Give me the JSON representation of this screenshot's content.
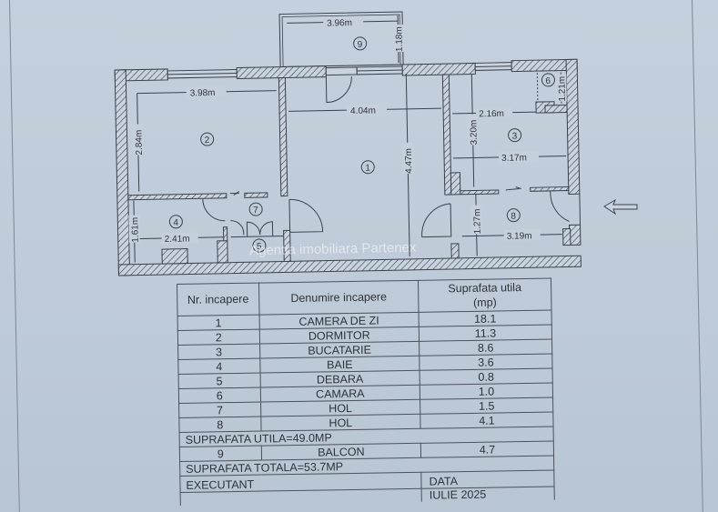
{
  "document": {
    "watermark": "Agentia imobiliara Partenex"
  },
  "floor_plan": {
    "rooms": [
      {
        "id": "1",
        "label": "1"
      },
      {
        "id": "2",
        "label": "2"
      },
      {
        "id": "3",
        "label": "3"
      },
      {
        "id": "4",
        "label": "4"
      },
      {
        "id": "5",
        "label": "5"
      },
      {
        "id": "6",
        "label": "6"
      },
      {
        "id": "7",
        "label": "7"
      },
      {
        "id": "8",
        "label": "8"
      },
      {
        "id": "9",
        "label": "9"
      }
    ],
    "dimensions": {
      "balcony_width": "3.96m",
      "balcony_depth": "1.18m",
      "bedroom_width": "3.98m",
      "bedroom_depth": "2.84m",
      "living_width": "4.04m",
      "living_depth": "4.47m",
      "kitchen_width_upper": "2.16m",
      "kitchen_depth": "3.20m",
      "kitchen_width": "3.17m",
      "pantry_depth": "1.21m",
      "bath_width": "2.41m",
      "bath_depth": "1.61m",
      "hall_depth": "1.27m",
      "hall_width": "3.19m"
    },
    "entrance_arrow": "arrow-left-icon"
  },
  "area_table": {
    "headers": {
      "nr": "Nr. incapere",
      "name": "Denumire incapere",
      "area_line1": "Suprafata utila",
      "area_line2": "(mp)"
    },
    "rows": [
      {
        "nr": "1",
        "name": "CAMERA DE ZI",
        "area": "18.1"
      },
      {
        "nr": "2",
        "name": "DORMITOR",
        "area": "11.3"
      },
      {
        "nr": "3",
        "name": "BUCATARIE",
        "area": "8.6"
      },
      {
        "nr": "4",
        "name": "BAIE",
        "area": "3.6"
      },
      {
        "nr": "5",
        "name": "DEBARA",
        "area": "0.8"
      },
      {
        "nr": "6",
        "name": "CAMARA",
        "area": "1.0"
      },
      {
        "nr": "7",
        "name": "HOL",
        "area": "1.5"
      },
      {
        "nr": "8",
        "name": "HOL",
        "area": "4.1"
      }
    ],
    "useful_total": "SUPRAFATA UTILA=49.0MP",
    "balcony_row": {
      "nr": "9",
      "name": "BALCON",
      "area": "4.7"
    },
    "grand_total": "SUPRAFATA TOTALA=53.7MP",
    "executant_label": "EXECUTANT",
    "date_label": "DATA",
    "date_value": "IULIE 2025"
  }
}
